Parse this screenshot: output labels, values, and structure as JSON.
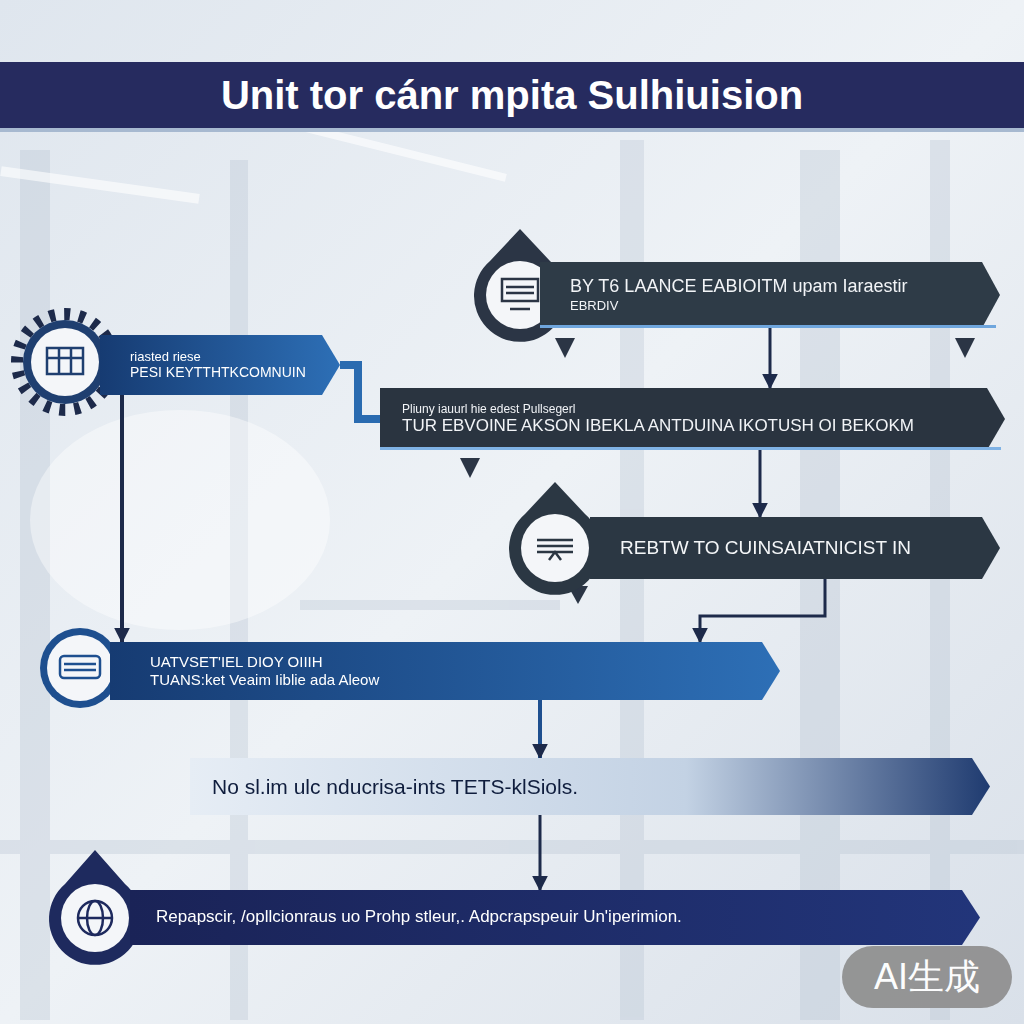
{
  "diagram": {
    "title": "Unit tor cánr mpita Sulhiuision",
    "nodes": [
      {
        "text": [
          "BY T6 LAANCE EABIOITM upam Iaraestir",
          "EBRDIV"
        ]
      },
      {
        "text": [
          "riasted riese",
          "PESI KEYTTHTKCOMNUIN"
        ]
      },
      {
        "text": [
          "Pliuny iauurl hie edest Pullsegerl",
          "TUR EBVOINE AKSON IBEKLA ANTDUINA IKOTUSH OI BEKOKM"
        ]
      },
      {
        "text": [
          "REBTW TO CUINSAIATNICIST IN"
        ]
      },
      {
        "text": [
          "UATVSET'IEL DIOY OIIIH",
          "TUANS:ket Veaim Iiblie ada Aleow"
        ]
      },
      {
        "text": [
          "No sl.im ulc nducrisa-ints TETS-klSiols."
        ]
      },
      {
        "text": [
          "Repapscir, /opllcionraus uo Prohp stleur,. Adpcrapspeuir Un'iperimion."
        ]
      }
    ],
    "edges": [
      {
        "from": 0,
        "to": 2,
        "arrow": "to"
      },
      {
        "from": 1,
        "to": 2,
        "arrow": "none"
      },
      {
        "from": 2,
        "to": 3,
        "arrow": "to"
      },
      {
        "from": 1,
        "to": 4,
        "arrow": "to"
      },
      {
        "from": 3,
        "to": 4,
        "arrow": "to"
      },
      {
        "from": 4,
        "to": 5,
        "arrow": "to"
      },
      {
        "from": 5,
        "to": 6,
        "arrow": "to"
      }
    ],
    "labels": [
      "AI生成"
    ]
  }
}
